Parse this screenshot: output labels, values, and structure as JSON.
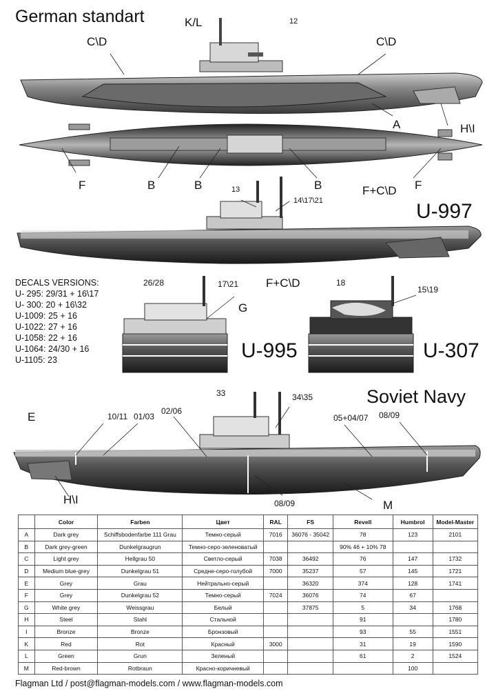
{
  "sections": {
    "german_title": "German standart",
    "soviet_title": "Soviet Navy"
  },
  "labels": {
    "kl": "K/L",
    "n12": "12",
    "cd_left": "C\\D",
    "cd_right": "C\\D",
    "a": "A",
    "hi_top": "H\\I",
    "f_left": "F",
    "b1": "B",
    "b2": "B",
    "b3": "B",
    "f_right": "F",
    "n13": "13",
    "n14_17_21": "14\\17\\21",
    "fcd_top": "F+C\\D",
    "u997": "U-997",
    "n26_28": "26/28",
    "n17_21": "17\\21",
    "g": "G",
    "u995": "U-995",
    "fcd_mid": "F+C\\D",
    "n18": "18",
    "n15_19": "15\\19",
    "u307": "U-307",
    "e": "E",
    "n10_11": "10/11",
    "n01_03": "01/03",
    "n02_06": "02/06",
    "n33": "33",
    "n34_35": "34\\35",
    "n05_04_07": "05+04/07",
    "n08_09_top": "08/09",
    "hi_bottom": "H\\I",
    "n08_09_bottom": "08/09",
    "m": "M"
  },
  "decals": {
    "heading": "DECALS VERSIONS:",
    "lines": [
      "U-  295:  29/31 + 16\\17",
      "U-  300:  20 + 16\\32",
      "U-1009:  25 + 16",
      "U-1022:  27 + 16",
      "U-1058:  22 + 16",
      "U-1064:  24/30 + 16",
      "U-1105:  23"
    ]
  },
  "color_table": {
    "headers": [
      "",
      "Color",
      "Farben",
      "Цвет",
      "RAL",
      "FS",
      "Revell",
      "Humbrol",
      "Model-Master"
    ],
    "rows": [
      [
        "A",
        "Dark grey",
        "Schiffsbodenfarbe 111 Grau",
        "Темно-серый",
        "7016",
        "36076 - 35042",
        "78",
        "123",
        "2101"
      ],
      [
        "B",
        "Dark grey-green",
        "Dunkelgraugrun",
        "Темно-серо-зеленоватый",
        "",
        "",
        "90% 46 + 10% 78",
        "",
        ""
      ],
      [
        "C",
        "Light grey",
        "Hellgrau 50",
        "Светло-серый",
        "7038",
        "36492",
        "76",
        "147",
        "1732"
      ],
      [
        "D",
        "Medium blue-grey",
        "Dunkelgrau 51",
        "Средне-серо-голубой",
        "7000",
        "35237",
        "57",
        "145",
        "1721"
      ],
      [
        "E",
        "Grey",
        "Grau",
        "Нейтрально-серый",
        "",
        "36320",
        "374",
        "128",
        "1741"
      ],
      [
        "F",
        "Grey",
        "Dunkelgrau 52",
        "Темно-серый",
        "7024",
        "36076",
        "74",
        "67",
        ""
      ],
      [
        "G",
        "White grey",
        "Weissgrau",
        "Белый",
        "",
        "37875",
        "5",
        "34",
        "1768"
      ],
      [
        "H",
        "Steel",
        "Stahl",
        "Стальной",
        "",
        "",
        "91",
        "",
        "1780"
      ],
      [
        "I",
        "Bronze",
        "Bronze",
        "Бронзовый",
        "",
        "",
        "93",
        "55",
        "1551"
      ],
      [
        "K",
        "Red",
        "Rot",
        "Красный",
        "3000",
        "",
        "31",
        "19",
        "1590"
      ],
      [
        "L",
        "Green",
        "Grun",
        "Зеленый",
        "",
        "",
        "61",
        "2",
        "1524"
      ],
      [
        "M",
        "Red-brown",
        "Rotbraun",
        "Красно-коричневый",
        "",
        "",
        "",
        "100",
        ""
      ]
    ]
  },
  "footer": {
    "text": "Flagman Ltd  /  post@flagman-models.com  /  www.flagman-models.com"
  }
}
